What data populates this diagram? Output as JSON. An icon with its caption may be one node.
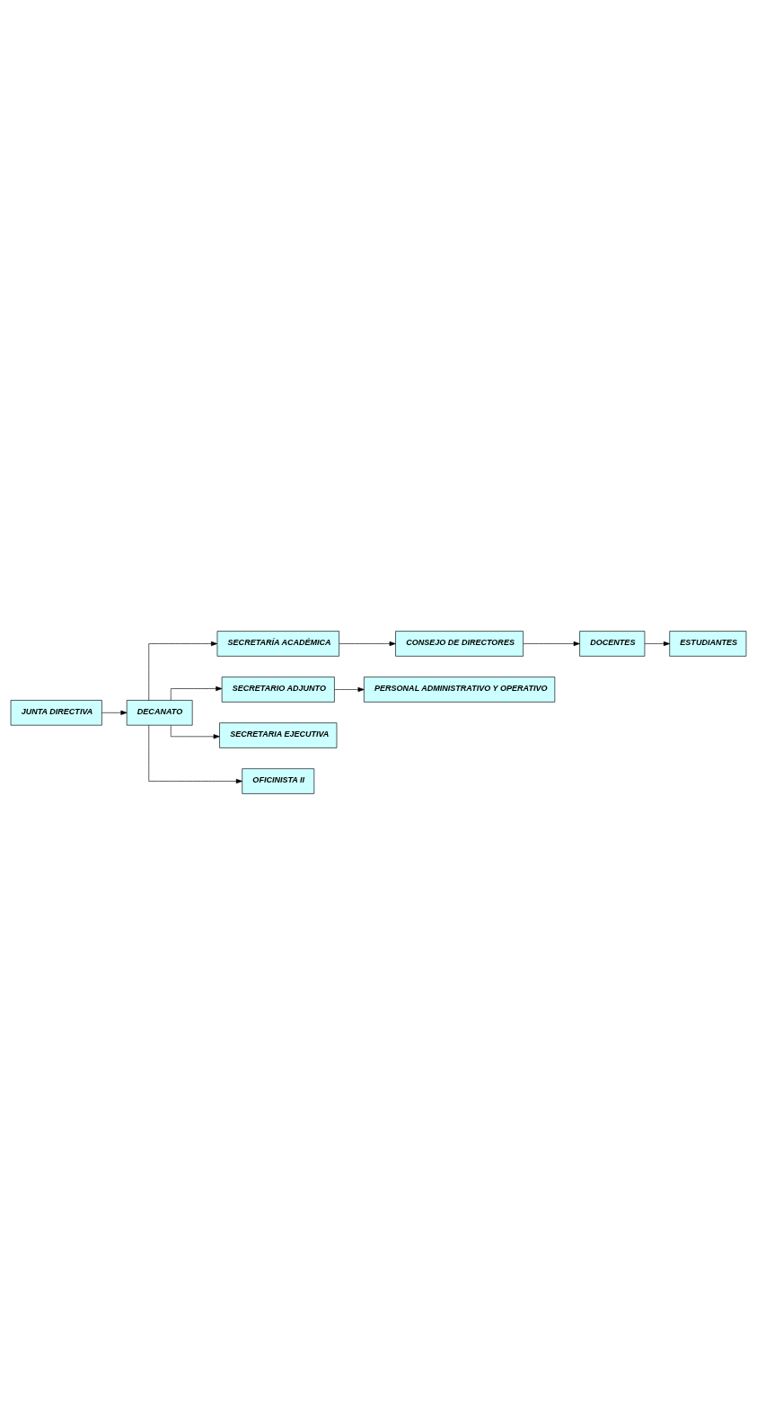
{
  "diagram": {
    "nodes": [
      {
        "text": [
          "JUNTA DIRECTIVA"
        ]
      },
      {
        "text": [
          "DECANATO"
        ]
      },
      {
        "text": [
          "SECRETARÍA ACADÉMICA"
        ]
      },
      {
        "text": [
          "CONSEJO DE DIRECTORES"
        ]
      },
      {
        "text": [
          "DOCENTES"
        ]
      },
      {
        "text": [
          "ESTUDIANTES"
        ]
      },
      {
        "text": [
          "SECRETARIO ADJUNTO"
        ]
      },
      {
        "text": [
          "PERSONAL ADMINISTRATIVO Y OPERATIVO"
        ]
      },
      {
        "text": [
          "SECRETARIA EJECUTIVA"
        ]
      },
      {
        "text": [
          "OFICINISTA II"
        ]
      }
    ],
    "edges": [
      {
        "from": 0,
        "to": 1,
        "arrow": "to"
      },
      {
        "from": 1,
        "to": 2,
        "arrow": "to"
      },
      {
        "from": 2,
        "to": 3,
        "arrow": "to"
      },
      {
        "from": 3,
        "to": 4,
        "arrow": "to"
      },
      {
        "from": 4,
        "to": 5,
        "arrow": "to"
      },
      {
        "from": 1,
        "to": 6,
        "arrow": "to"
      },
      {
        "from": 6,
        "to": 7,
        "arrow": "to"
      },
      {
        "from": 1,
        "to": 8,
        "arrow": "to"
      },
      {
        "from": 1,
        "to": 9,
        "arrow": "to"
      }
    ]
  }
}
